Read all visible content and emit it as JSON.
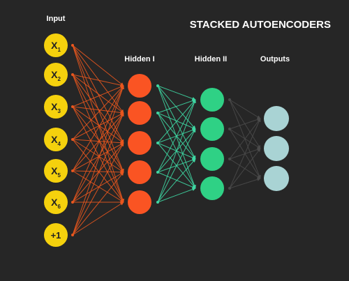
{
  "title": "STACKED AUTOENCODERS",
  "layers": [
    {
      "label": "Input",
      "color": "#F5D10D",
      "edgeColor": "#E8561E",
      "nodes": [
        {
          "base": "X",
          "sub": "1"
        },
        {
          "base": "X",
          "sub": "2"
        },
        {
          "base": "X",
          "sub": "3"
        },
        {
          "base": "X",
          "sub": "4"
        },
        {
          "base": "X",
          "sub": "5"
        },
        {
          "base": "X",
          "sub": "6"
        },
        {
          "base": "+1",
          "sub": ""
        }
      ]
    },
    {
      "label": "Hidden I",
      "color": "#FA5423",
      "edgeColor": "#3ED6A2",
      "count": 5
    },
    {
      "label": "Hidden II",
      "color": "#2FD185",
      "edgeColor": "#4A4A4A",
      "count": 4
    },
    {
      "label": "Outputs",
      "color": "#A9D3D4",
      "count": 3
    }
  ]
}
